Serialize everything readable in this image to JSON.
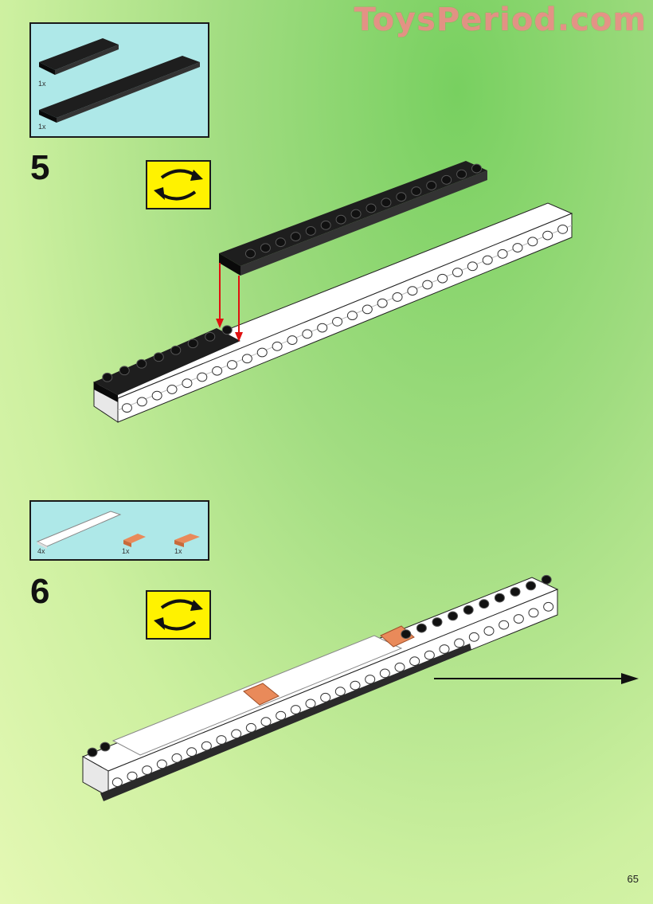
{
  "watermark": "ToysPeriod.com",
  "step5": {
    "number": "5",
    "parts": [
      {
        "qty": "1x",
        "icon": "short-black-plate-icon"
      },
      {
        "qty": "1x",
        "icon": "long-black-plate-icon"
      }
    ],
    "rotate_icon": "rotate-model-icon"
  },
  "step6": {
    "number": "6",
    "parts": [
      {
        "qty": "4x",
        "icon": "white-tile-icon"
      },
      {
        "qty": "1x",
        "icon": "orange-plate-icon"
      },
      {
        "qty": "1x",
        "icon": "orange-grille-icon"
      }
    ],
    "rotate_icon": "rotate-model-icon"
  },
  "page_number": "65",
  "colors": {
    "black_plate": "#1e1e1e",
    "white_brick": "#ffffff",
    "orange_part": "#e98a5a",
    "arrow_red": "#e01010",
    "parts_bg": "#aee8e8",
    "rotate_bg": "#fff200"
  }
}
